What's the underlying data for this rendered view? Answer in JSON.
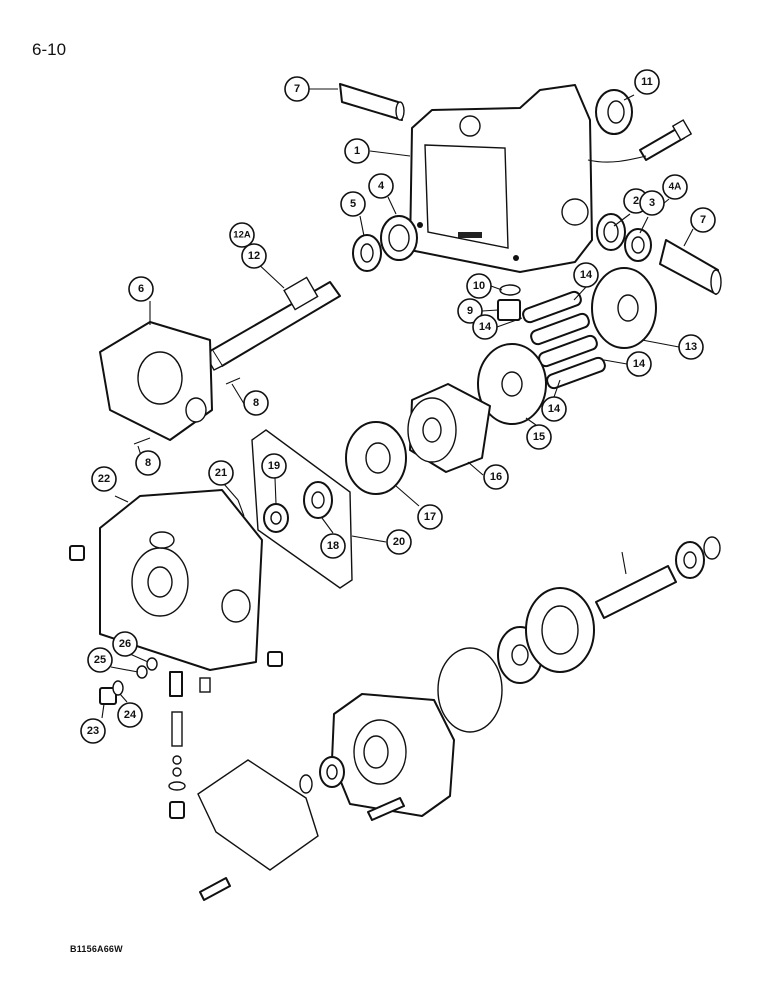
{
  "page_number": "6-10",
  "figure_code": "B1156A66W",
  "callouts": [
    {
      "label": "1"
    },
    {
      "label": "2"
    },
    {
      "label": "3"
    },
    {
      "label": "4A"
    },
    {
      "label": "4"
    },
    {
      "label": "5"
    },
    {
      "label": "6"
    },
    {
      "label": "7"
    },
    {
      "label": "7"
    },
    {
      "label": "8"
    },
    {
      "label": "8"
    },
    {
      "label": "9"
    },
    {
      "label": "10"
    },
    {
      "label": "11"
    },
    {
      "label": "12A"
    },
    {
      "label": "12"
    },
    {
      "label": "13"
    },
    {
      "label": "14"
    },
    {
      "label": "14"
    },
    {
      "label": "14"
    },
    {
      "label": "14"
    },
    {
      "label": "15"
    },
    {
      "label": "16"
    },
    {
      "label": "17"
    },
    {
      "label": "18"
    },
    {
      "label": "19"
    },
    {
      "label": "20"
    },
    {
      "label": "21"
    },
    {
      "label": "22"
    },
    {
      "label": "23"
    },
    {
      "label": "24"
    },
    {
      "label": "25"
    },
    {
      "label": "26"
    }
  ]
}
